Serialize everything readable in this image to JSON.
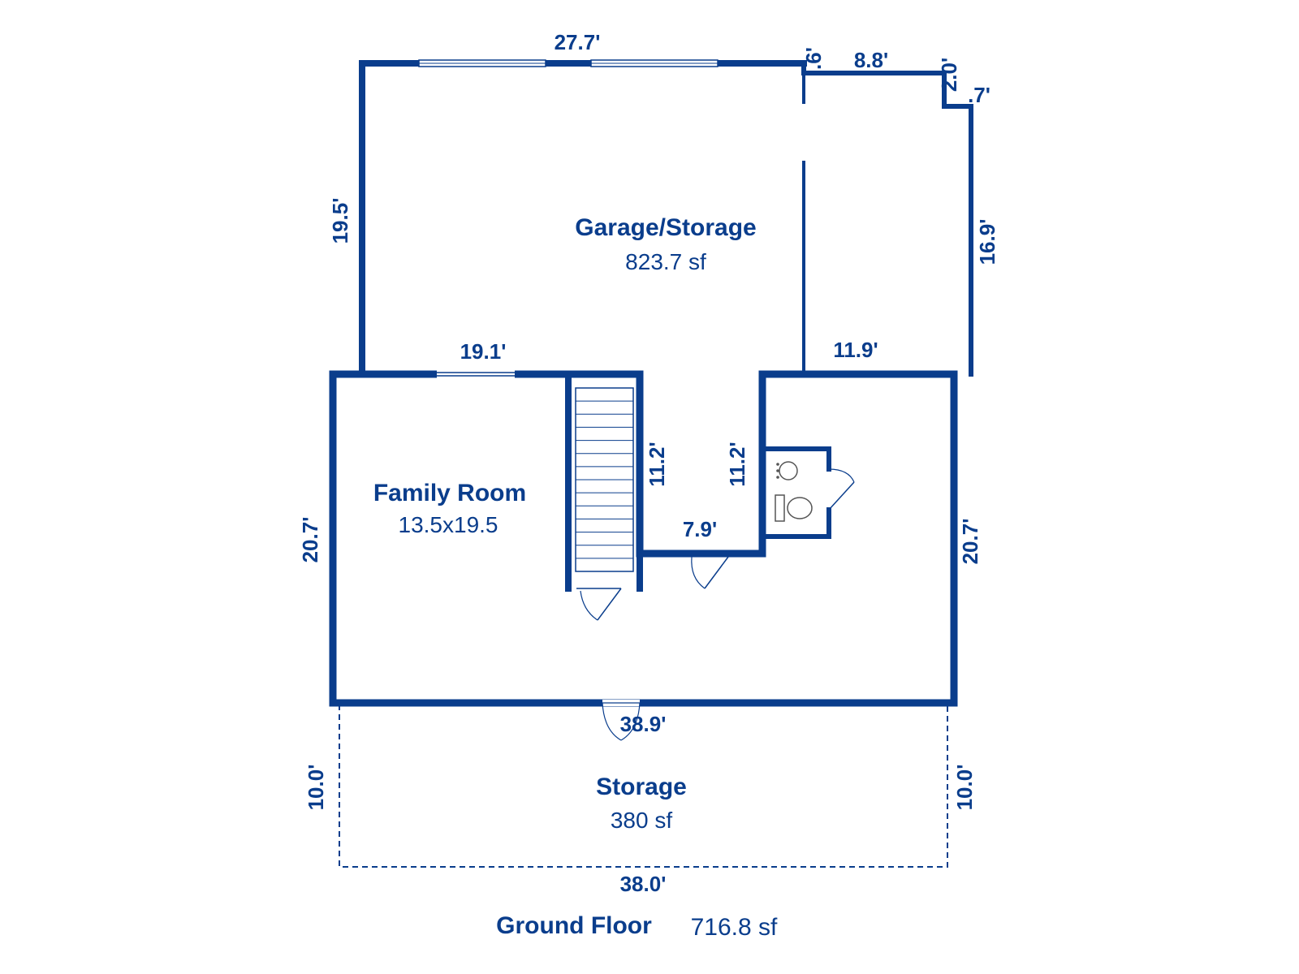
{
  "colors": {
    "wall": "#0a3d8c",
    "text": "#0a3d8c",
    "fixture": "#555555",
    "background": "#ffffff"
  },
  "rooms": {
    "garage": {
      "name": "Garage/Storage",
      "area": "823.7 sf"
    },
    "family": {
      "name": "Family Room",
      "area": "13.5x19.5"
    },
    "storage": {
      "name": "Storage",
      "area": "380 sf"
    }
  },
  "dimensions": {
    "garage_top": "27.7'",
    "notch_small": ".6'",
    "notch_top": "8.8'",
    "notch_drop": "2.0'",
    "notch_step": ".7'",
    "garage_left": "19.5'",
    "garage_right": "16.9'",
    "garage_bottom_left": "19.1'",
    "garage_bottom_right": "11.9'",
    "stair_right": "11.2'",
    "hall_left": "11.2'",
    "hall_bottom": "7.9'",
    "lower_left": "20.7'",
    "lower_right": "20.7'",
    "lower_bottom": "38.9'",
    "storage_left": "10.0'",
    "storage_right": "10.0'",
    "storage_bottom": "38.0'"
  },
  "footer": {
    "floor_name": "Ground Floor",
    "floor_area": "716.8 sf"
  }
}
